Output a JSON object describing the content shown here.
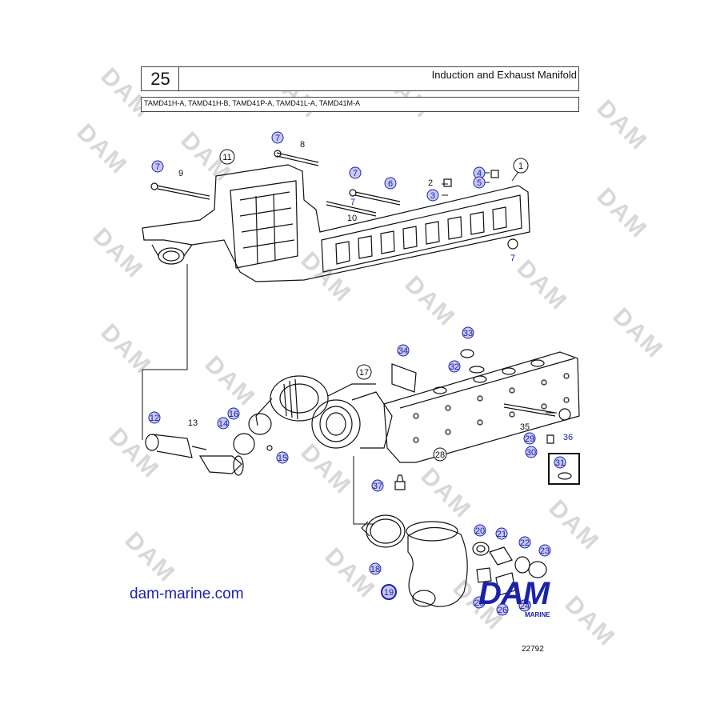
{
  "header": {
    "section_number": "25",
    "title": "Induction and Exhaust Manifold",
    "models": "TAMD41H-A, TAMD41H-B, TAMD41P-A, TAMD41L-A, TAMD41M-A"
  },
  "website": "dam-marine.com",
  "figure_code": "22792",
  "logo": {
    "main": "DAM",
    "sub": "MARINE"
  },
  "watermark": "DAM",
  "callouts": [
    "1",
    "2",
    "3",
    "4",
    "5",
    "6",
    "7",
    "7",
    "7",
    "7",
    "7",
    "8",
    "9",
    "10",
    "11",
    "12",
    "13",
    "14",
    "15",
    "16",
    "17",
    "18",
    "19",
    "20",
    "21",
    "22",
    "23",
    "24",
    "25",
    "26",
    "28",
    "29",
    "30",
    "31",
    "32",
    "33",
    "34",
    "35",
    "36",
    "37"
  ],
  "colors": {
    "callout_circle": "#c9c9f2",
    "callout_text": "#1a23a8",
    "brand": "#1a23a8",
    "line": "#111111"
  }
}
